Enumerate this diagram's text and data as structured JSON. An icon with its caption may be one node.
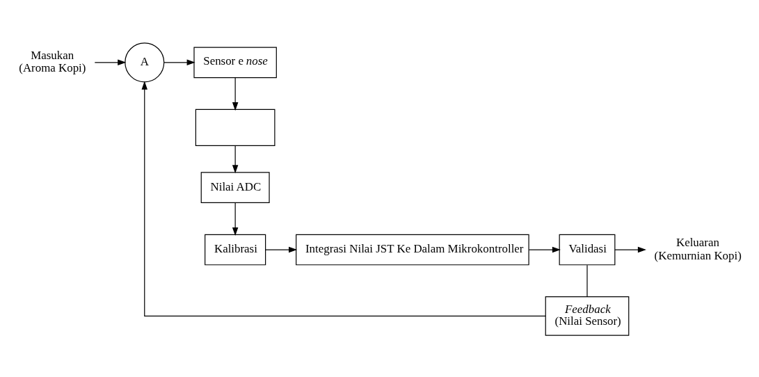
{
  "diagram": {
    "nodes": [
      {
        "text": [
          "Masukan",
          "(Aroma Kopi)"
        ]
      },
      {
        "text": [
          "A"
        ]
      },
      {
        "text": [
          "Sensor e *nose*"
        ]
      },
      {
        "text": [],
        "shape": "box"
      },
      {
        "text": [
          "Nilai ADC"
        ]
      },
      {
        "text": [
          "Kalibrasi"
        ]
      },
      {
        "text": [
          "Integrasi Nilai JST Ke Dalam Mikrokontroller"
        ]
      },
      {
        "text": [
          "Validasi"
        ]
      },
      {
        "text": [
          "Keluaran",
          "(Kemurnian Kopi)"
        ]
      },
      {
        "text": [
          "*Feedback*",
          "(Nilai Sensor)"
        ]
      }
    ],
    "edges": [
      {
        "from": 0,
        "to": 1,
        "arrow": "to"
      },
      {
        "from": 1,
        "to": 2,
        "arrow": "to"
      },
      {
        "from": 2,
        "to": 3,
        "arrow": "to"
      },
      {
        "from": 3,
        "to": 4,
        "arrow": "to"
      },
      {
        "from": 4,
        "to": 5,
        "arrow": "to"
      },
      {
        "from": 5,
        "to": 6,
        "arrow": "to"
      },
      {
        "from": 6,
        "to": 7,
        "arrow": "to"
      },
      {
        "from": 7,
        "to": 8,
        "arrow": "to"
      },
      {
        "from": 7,
        "to": 9,
        "arrow": "none"
      },
      {
        "from": 9,
        "to": 1,
        "arrow": "to"
      }
    ]
  }
}
